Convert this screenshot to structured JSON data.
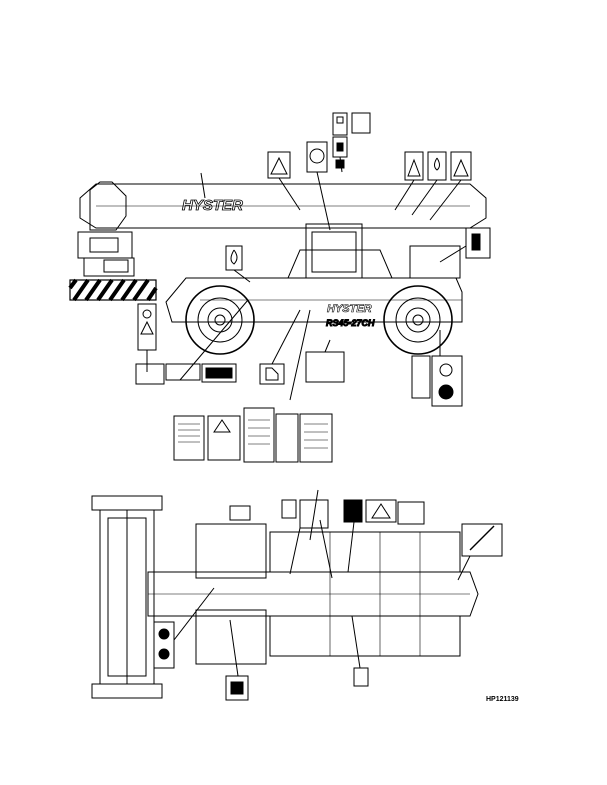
{
  "side_view": {
    "boom_brand": "HYSTER",
    "chassis_brand": "HYSTER",
    "model": "RS45-27CH"
  },
  "figure_ref": "HP121139",
  "colors": {
    "ink": "#000000",
    "paper": "#ffffff"
  },
  "icons": [
    "fuel-pump-icon",
    "hook-icon",
    "warning-triangle-icon",
    "hand-crush-icon",
    "lifting-chain-icon",
    "hazard-stripe-decal",
    "manual-decal"
  ]
}
